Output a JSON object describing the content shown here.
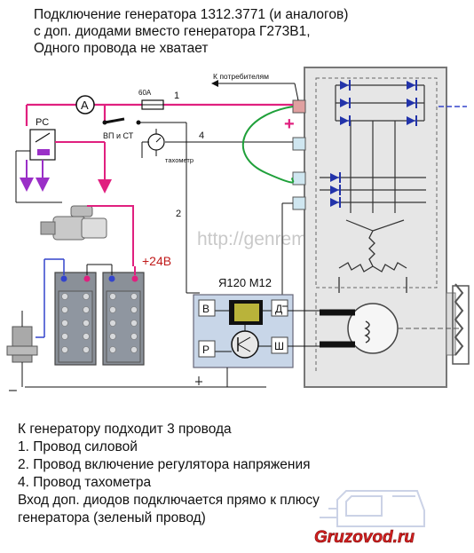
{
  "title": {
    "lines": [
      "Подключение генератора 1312.3771 (и аналогов)",
      "с доп. диодами вместо генератора Г273В1,",
      "Одного провода не хватает"
    ]
  },
  "labels": {
    "consumers": "К потребителям",
    "ammeter": "A",
    "fuse": "60A",
    "relay": "РС",
    "ignition_switch": "ВП и СТ",
    "tachometer": "тахометр",
    "battery_voltage": "+24В",
    "regulator": "Я120 М12",
    "term_b": "В",
    "term_d": "Д",
    "term_r": "Р",
    "term_sh": "Ш",
    "plus": "+",
    "minus": "–",
    "wire_1": "1",
    "wire_2": "2",
    "wire_4": "4",
    "watermark": "http://genrem.narod.ru",
    "logo": "Gruzovod.ru"
  },
  "notes": {
    "lines": [
      "К генератору подходит 3 провода",
      "1. Провод силовой",
      "2. Провод включение регулятора напряжения",
      "4. Провод тахометра",
      "Вход доп. диодов подключается прямо к плюсу",
      "генератора (зеленый провод)"
    ]
  },
  "colors": {
    "power_wire": "#e0207f",
    "green_wire": "#1fa03a",
    "purple_wire": "#9a2fc7",
    "diode": "#2233aa",
    "regulator_box": "#c8d6e8",
    "generator_box": "#e6e6e6",
    "logo_red": "#d42020"
  }
}
